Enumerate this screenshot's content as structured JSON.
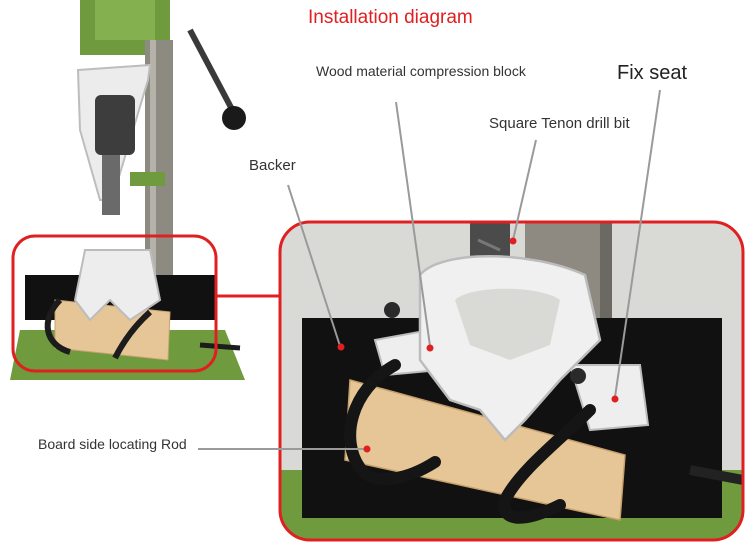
{
  "title": "Installation diagram",
  "labels": {
    "wood_block": "Wood material compression block",
    "fix_seat": "Fix seat",
    "drill_bit": "Square Tenon drill bit",
    "backer": "Backer",
    "locating_rod": "Board side locating Rod"
  },
  "colors": {
    "accent_red": "#e02020",
    "machine_green": "#6f9a3e",
    "fixture_white": "#eeeeee",
    "wood": "#e6c596",
    "backer_black": "#111111"
  }
}
